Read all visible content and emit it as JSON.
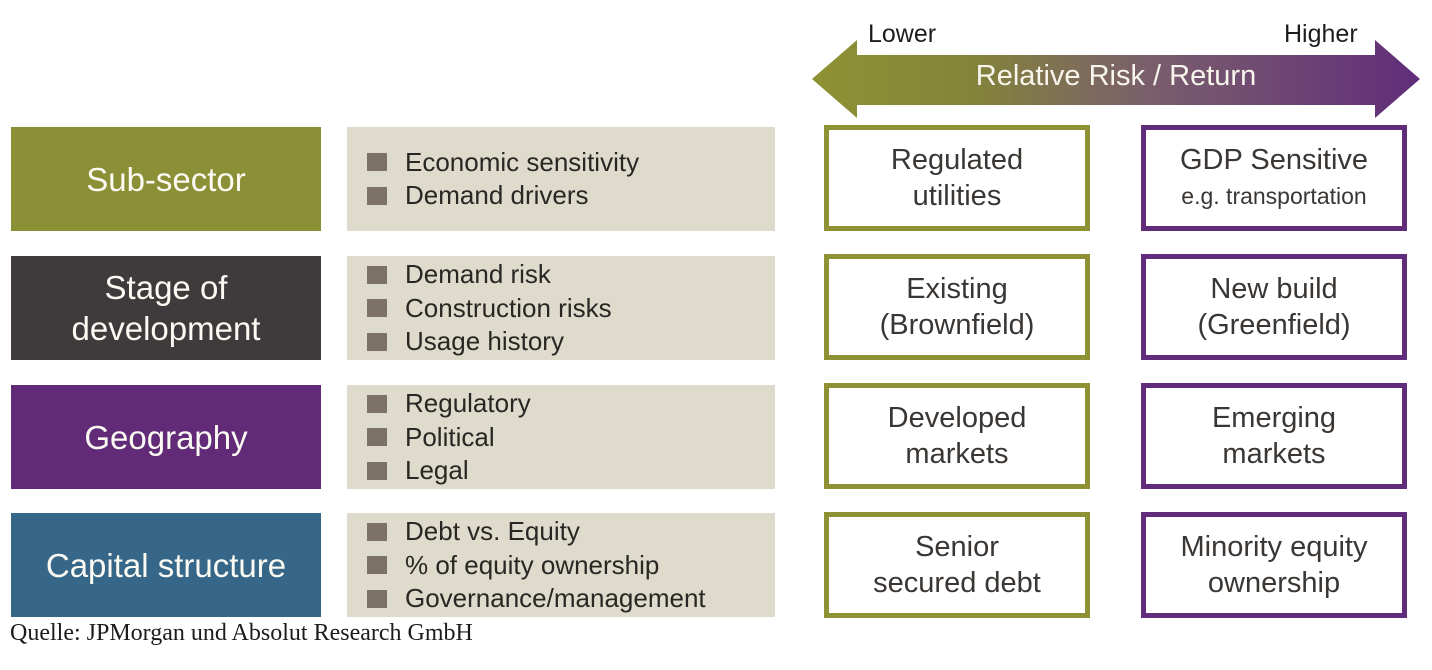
{
  "arrow": {
    "title": "Relative Risk / Return",
    "left_label": "Lower",
    "right_label": "Higher",
    "left_color": "#8e9234",
    "right_color": "#612d7a"
  },
  "rows": [
    {
      "category": "Sub-sector",
      "color": "#8b9036",
      "factors": [
        "Economic sensitivity",
        "Demand drivers"
      ],
      "lower": {
        "line1": "Regulated",
        "line2": "utilities"
      },
      "higher": {
        "line1": "GDP Sensitive",
        "line2": "e.g. transportation"
      }
    },
    {
      "category": "Stage of\ndevelopment",
      "color": "#3f3a3b",
      "factors": [
        "Demand risk",
        "Construction risks",
        "Usage history"
      ],
      "lower": {
        "line1": "Existing",
        "line2": "(Brownfield)"
      },
      "higher": {
        "line1": "New build",
        "line2": "(Greenfield)"
      }
    },
    {
      "category": "Geography",
      "color": "#612b78",
      "factors": [
        "Regulatory",
        "Political",
        "Legal"
      ],
      "lower": {
        "line1": "Developed",
        "line2": "markets"
      },
      "higher": {
        "line1": "Emerging",
        "line2": "markets"
      }
    },
    {
      "category": "Capital structure",
      "color": "#366788",
      "factors": [
        "Debt vs. Equity",
        "% of equity ownership",
        "Governance/management"
      ],
      "lower": {
        "line1": "Senior",
        "line2": "secured debt"
      },
      "higher": {
        "line1": "Minority equity",
        "line2": "ownership"
      }
    }
  ],
  "source": "Quelle: JPMorgan und Absolut Research GmbH"
}
